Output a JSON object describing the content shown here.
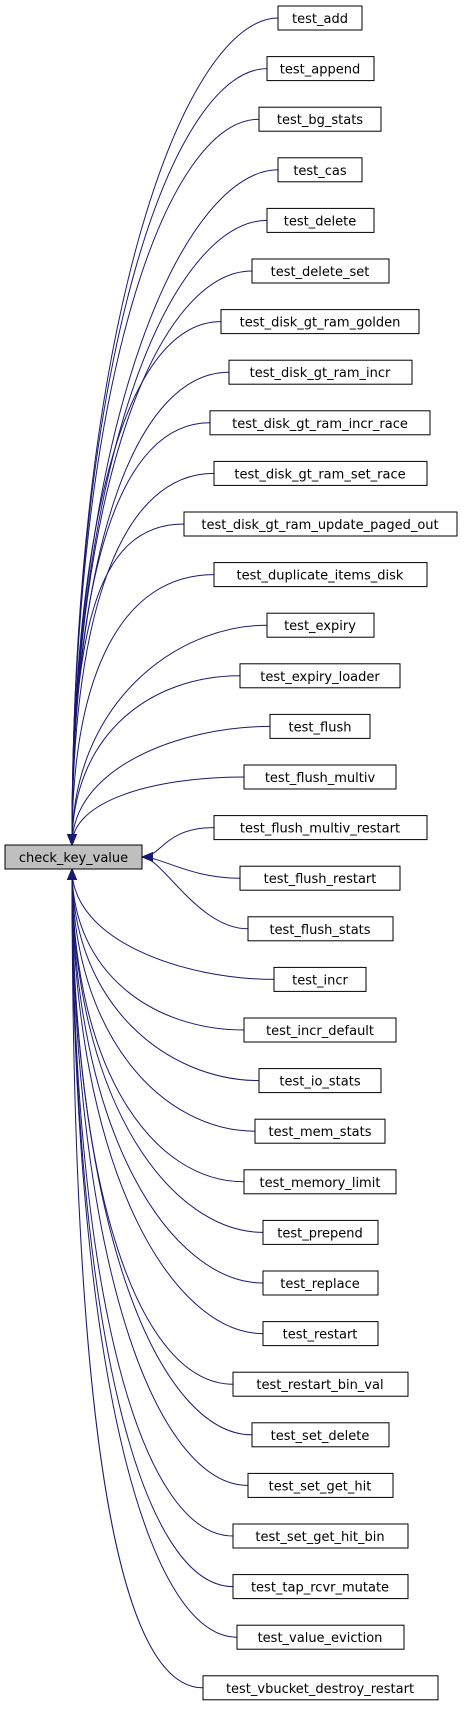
{
  "diagram": {
    "type": "call-graph",
    "target": "check_key_value",
    "callers": [
      "test_add",
      "test_append",
      "test_bg_stats",
      "test_cas",
      "test_delete",
      "test_delete_set",
      "test_disk_gt_ram_golden",
      "test_disk_gt_ram_incr",
      "test_disk_gt_ram_incr_race",
      "test_disk_gt_ram_set_race",
      "test_disk_gt_ram_update_paged_out",
      "test_duplicate_items_disk",
      "test_expiry",
      "test_expiry_loader",
      "test_flush",
      "test_flush_multiv",
      "test_flush_multiv_restart",
      "test_flush_restart",
      "test_flush_stats",
      "test_incr",
      "test_incr_default",
      "test_io_stats",
      "test_mem_stats",
      "test_memory_limit",
      "test_prepend",
      "test_replace",
      "test_restart",
      "test_restart_bin_val",
      "test_set_delete",
      "test_set_get_hit",
      "test_set_get_hit_bin",
      "test_tap_rcvr_mutate",
      "test_value_eviction",
      "test_vbucket_destroy_restart"
    ],
    "colors": {
      "edge": "#191970",
      "target_fill": "#bfbfbf",
      "node_fill": "#ffffff",
      "node_border": "#000000"
    }
  }
}
